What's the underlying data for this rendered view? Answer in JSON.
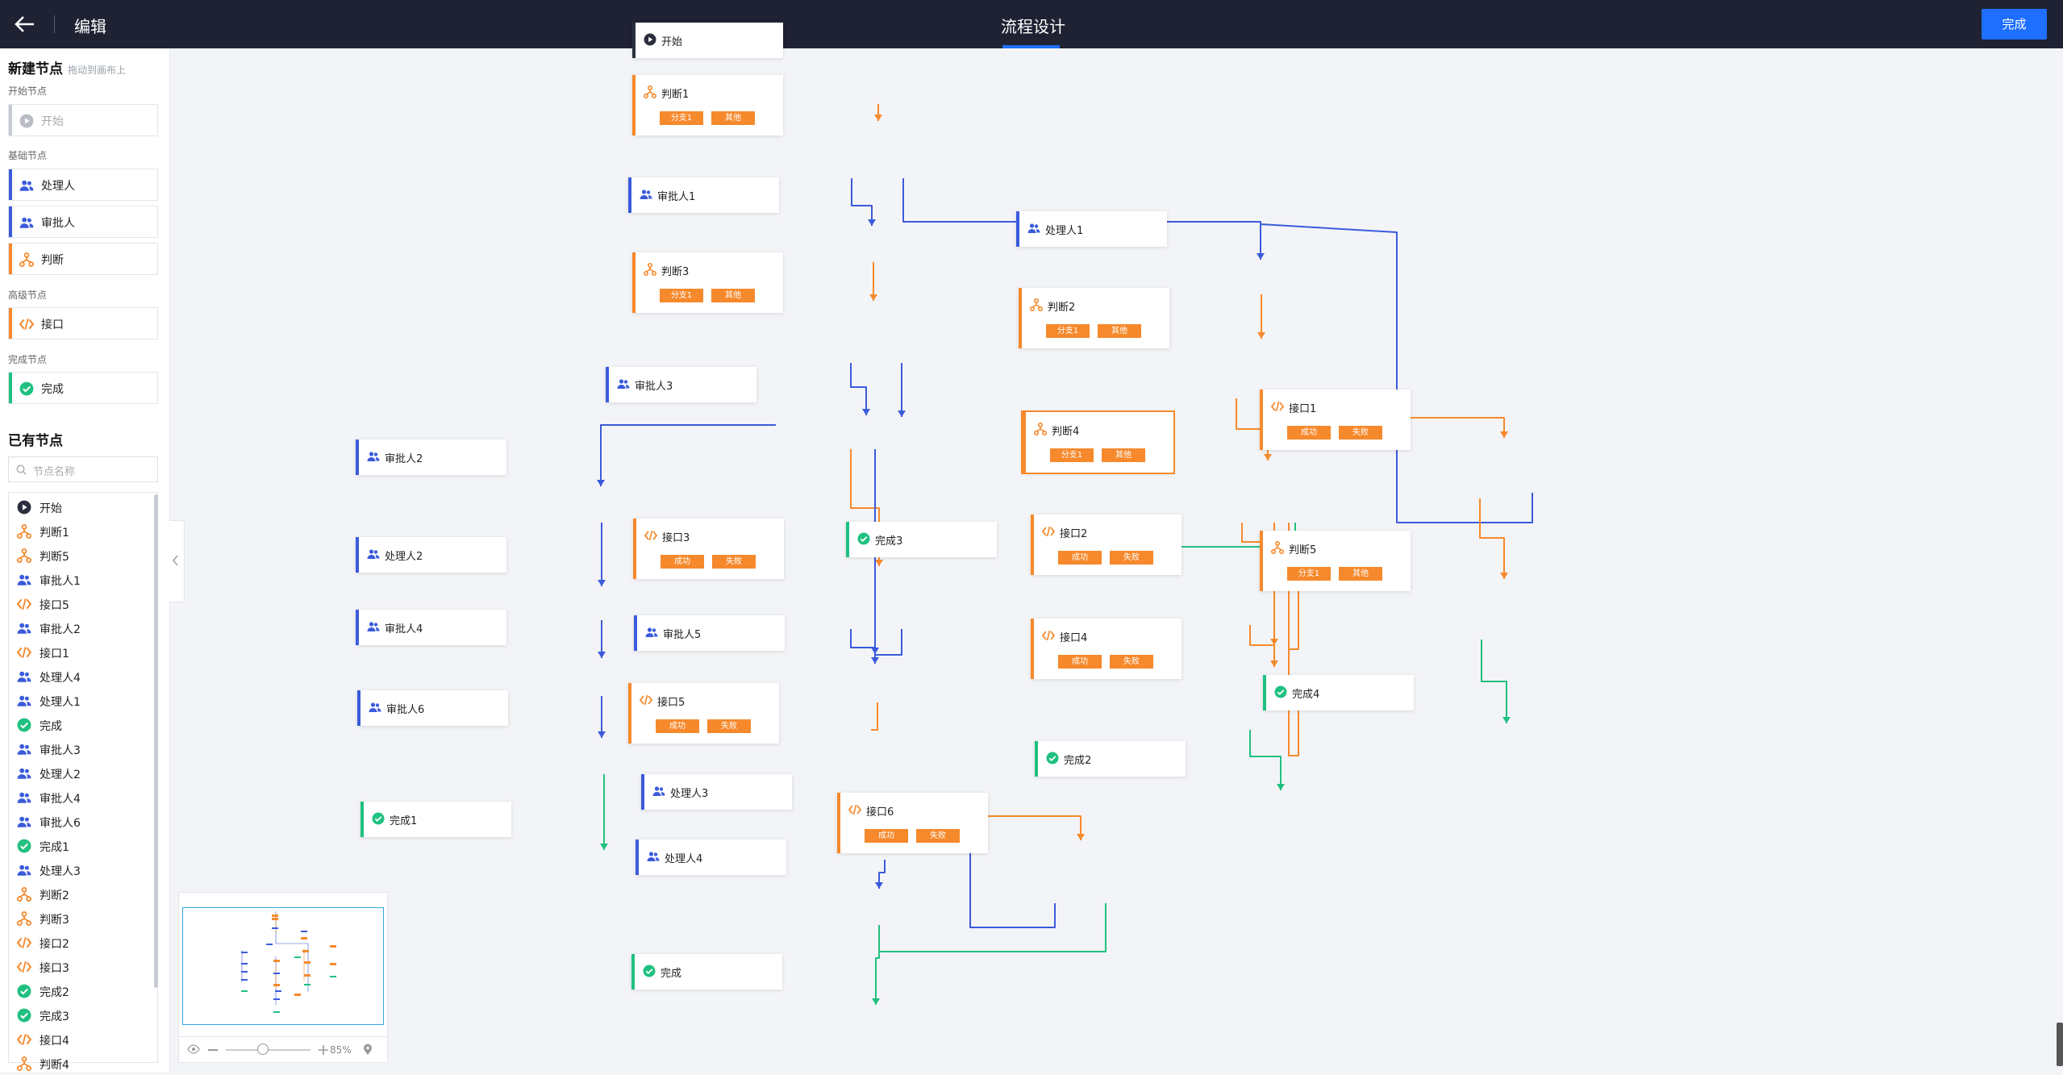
{
  "header": {
    "edit_label": "编辑",
    "title": "流程设计",
    "done_label": "完成"
  },
  "colors": {
    "topbar": "#1f2233",
    "accent": "#1e6fff",
    "person": "#3b5bdb",
    "branch": "#f6892c",
    "done": "#20c080",
    "start": "#2b2f3d"
  },
  "sidebar": {
    "new_title": "新建节点",
    "new_hint": "拖动到画布上",
    "groups": {
      "start": "开始节点",
      "basic": "基础节点",
      "advanced": "高级节点",
      "finish": "完成节点"
    },
    "palette": {
      "start": "开始",
      "handler": "处理人",
      "approver": "审批人",
      "judge": "判断",
      "api": "接口",
      "finish": "完成"
    },
    "existing_title": "已有节点",
    "search_placeholder": "节点名称",
    "existing": [
      {
        "label": "开始",
        "type": "start"
      },
      {
        "label": "判断1",
        "type": "judge"
      },
      {
        "label": "判断5",
        "type": "judge"
      },
      {
        "label": "审批人1",
        "type": "person"
      },
      {
        "label": "接口5",
        "type": "api"
      },
      {
        "label": "审批人2",
        "type": "person"
      },
      {
        "label": "接口1",
        "type": "api"
      },
      {
        "label": "处理人4",
        "type": "person"
      },
      {
        "label": "处理人1",
        "type": "person"
      },
      {
        "label": "完成",
        "type": "done"
      },
      {
        "label": "审批人3",
        "type": "person"
      },
      {
        "label": "处理人2",
        "type": "person"
      },
      {
        "label": "审批人4",
        "type": "person"
      },
      {
        "label": "审批人6",
        "type": "person"
      },
      {
        "label": "完成1",
        "type": "done"
      },
      {
        "label": "处理人3",
        "type": "person"
      },
      {
        "label": "判断2",
        "type": "judge"
      },
      {
        "label": "判断3",
        "type": "judge"
      },
      {
        "label": "接口2",
        "type": "api"
      },
      {
        "label": "接口3",
        "type": "api"
      },
      {
        "label": "完成2",
        "type": "done"
      },
      {
        "label": "完成3",
        "type": "done"
      },
      {
        "label": "接口4",
        "type": "api"
      },
      {
        "label": "判断4",
        "type": "judge"
      }
    ]
  },
  "minimap": {
    "zoom_label": "85%"
  },
  "flow": {
    "nodes": {
      "start": {
        "label": "开始",
        "type": "start"
      },
      "judge1": {
        "label": "判断1",
        "type": "judge",
        "branches": [
          "分支1",
          "其他"
        ]
      },
      "approver1": {
        "label": "审批人1",
        "type": "person"
      },
      "judge3": {
        "label": "判断3",
        "type": "judge",
        "branches": [
          "分支1",
          "其他"
        ]
      },
      "approver3": {
        "label": "审批人3",
        "type": "person"
      },
      "approver2": {
        "label": "审批人2",
        "type": "person"
      },
      "handler2": {
        "label": "处理人2",
        "type": "person"
      },
      "approver4": {
        "label": "审批人4",
        "type": "person"
      },
      "approver6": {
        "label": "审批人6",
        "type": "person"
      },
      "done1": {
        "label": "完成1",
        "type": "done"
      },
      "api3": {
        "label": "接口3",
        "type": "api",
        "branches": [
          "成功",
          "失败"
        ]
      },
      "approver5": {
        "label": "审批人5",
        "type": "person"
      },
      "api5": {
        "label": "接口5",
        "type": "api",
        "branches": [
          "成功",
          "失败"
        ]
      },
      "handler3": {
        "label": "处理人3",
        "type": "person"
      },
      "handler4": {
        "label": "处理人4",
        "type": "person"
      },
      "done": {
        "label": "完成",
        "type": "done"
      },
      "api6": {
        "label": "接口6",
        "type": "api",
        "branches": [
          "成功",
          "失败"
        ]
      },
      "handler1": {
        "label": "处理人1",
        "type": "person"
      },
      "judge2": {
        "label": "判断2",
        "type": "judge",
        "branches": [
          "分支1",
          "其他"
        ]
      },
      "judge4": {
        "label": "判断4",
        "type": "judge",
        "branches": [
          "分支1",
          "其他"
        ]
      },
      "done3": {
        "label": "完成3",
        "type": "done"
      },
      "api2": {
        "label": "接口2",
        "type": "api",
        "branches": [
          "成功",
          "失败"
        ]
      },
      "api4": {
        "label": "接口4",
        "type": "api",
        "branches": [
          "成功",
          "失败"
        ]
      },
      "done2": {
        "label": "完成2",
        "type": "done"
      },
      "api1": {
        "label": "接口1",
        "type": "api",
        "branches": [
          "成功",
          "失败"
        ]
      },
      "judge5": {
        "label": "判断5",
        "type": "judge",
        "branches": [
          "分支1",
          "其他"
        ]
      },
      "done4": {
        "label": "完成4",
        "type": "done"
      }
    }
  }
}
